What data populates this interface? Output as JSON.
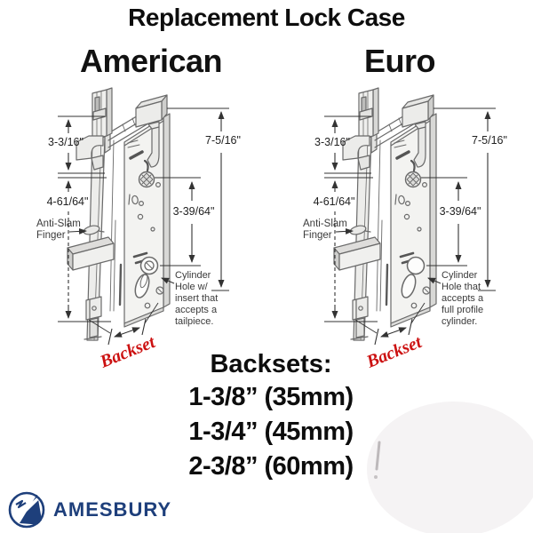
{
  "title": "Replacement Lock Case",
  "variants": {
    "american": {
      "heading": "American",
      "cylinder_note": [
        "Cylinder",
        "Hole w/",
        "insert that",
        "accepts a",
        "tailpiece."
      ]
    },
    "euro": {
      "heading": "Euro",
      "cylinder_note": [
        "Cylinder",
        "Hole that",
        "accepts a",
        "full profile",
        "cylinder."
      ]
    }
  },
  "dimensions": {
    "upper_section": "3-3/16\"",
    "overall_height": "7-5/16\"",
    "lower_section": "4-61/64\"",
    "hub_to_cylinder": "3-39/64\""
  },
  "callouts": {
    "anti_slam_line1": "Anti-Slam",
    "anti_slam_line2": "Finger",
    "backset": "Backset"
  },
  "backsets": {
    "heading": "Backsets:",
    "sizes": [
      "1-3/8” (35mm)",
      "1-3/4” (45mm)",
      "2-3/8” (60mm)"
    ]
  },
  "footer": {
    "brand": "AMESBURY",
    "logo_icon": "amesbury-circle-a-logo"
  },
  "colors": {
    "backset_red": "#cc1111",
    "brand_navy": "#1e3f7b",
    "drawing_line_gray": "#6a6a6a",
    "dimension_gray": "#333333"
  }
}
